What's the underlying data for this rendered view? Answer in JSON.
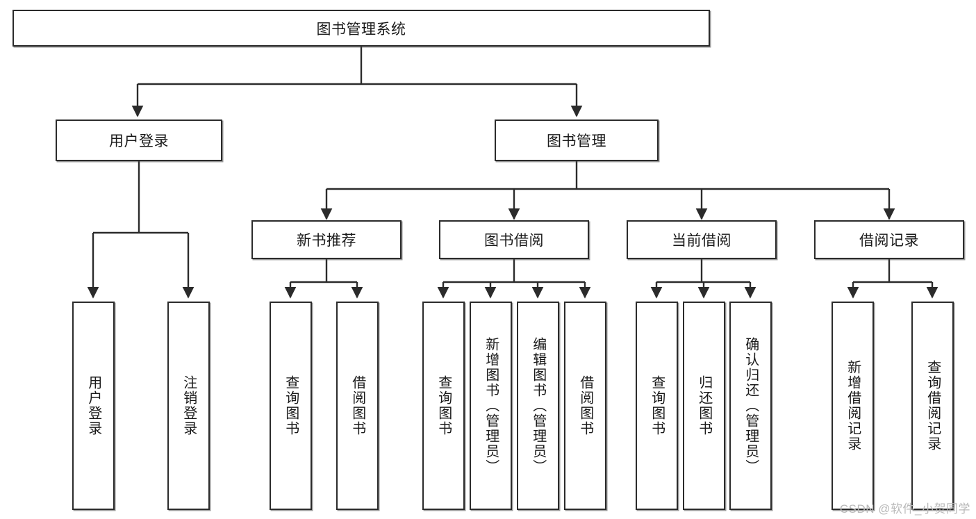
{
  "diagram": {
    "type": "tree-hierarchy",
    "title": "图书管理系统",
    "root": {
      "id": "root",
      "label": "图书管理系统"
    },
    "level2": [
      {
        "id": "user-login",
        "label": "用户登录"
      },
      {
        "id": "book-management",
        "label": "图书管理"
      }
    ],
    "level3": [
      {
        "id": "new-book-recommend",
        "label": "新书推荐",
        "parent": "book-management"
      },
      {
        "id": "book-borrow",
        "label": "图书借阅",
        "parent": "book-management"
      },
      {
        "id": "current-borrow",
        "label": "当前借阅",
        "parent": "book-management"
      },
      {
        "id": "borrow-record",
        "label": "借阅记录",
        "parent": "book-management"
      }
    ],
    "leaves": [
      {
        "id": "leaf-user-login",
        "label": "用户登录",
        "parent": "user-login"
      },
      {
        "id": "leaf-user-logout",
        "label": "注销登录",
        "parent": "user-login"
      },
      {
        "id": "leaf-query-book-1",
        "label": "查询图书",
        "parent": "new-book-recommend"
      },
      {
        "id": "leaf-borrow-book-1",
        "label": "借阅图书",
        "parent": "new-book-recommend"
      },
      {
        "id": "leaf-query-book-2",
        "label": "查询图书",
        "parent": "book-borrow"
      },
      {
        "id": "leaf-add-book",
        "label": "新增图书（管理员）",
        "parent": "book-borrow"
      },
      {
        "id": "leaf-edit-book",
        "label": "编辑图书（管理员）",
        "parent": "book-borrow"
      },
      {
        "id": "leaf-borrow-book-2",
        "label": "借阅图书",
        "parent": "book-borrow"
      },
      {
        "id": "leaf-query-book-3",
        "label": "查询图书",
        "parent": "current-borrow"
      },
      {
        "id": "leaf-return-book",
        "label": "归还图书",
        "parent": "current-borrow"
      },
      {
        "id": "leaf-confirm-return",
        "label": "确认归还（管理员）",
        "parent": "current-borrow"
      },
      {
        "id": "leaf-add-record",
        "label": "新增借阅记录",
        "parent": "borrow-record"
      },
      {
        "id": "leaf-query-record",
        "label": "查询借阅记录",
        "parent": "borrow-record"
      }
    ],
    "colors": {
      "stroke": "#2b2b2b",
      "fill": "#ffffff",
      "text": "#1a1a1a",
      "watermark": "#b9b9b9"
    }
  },
  "watermark": {
    "text": "CSDN @软件_小贺同学"
  }
}
